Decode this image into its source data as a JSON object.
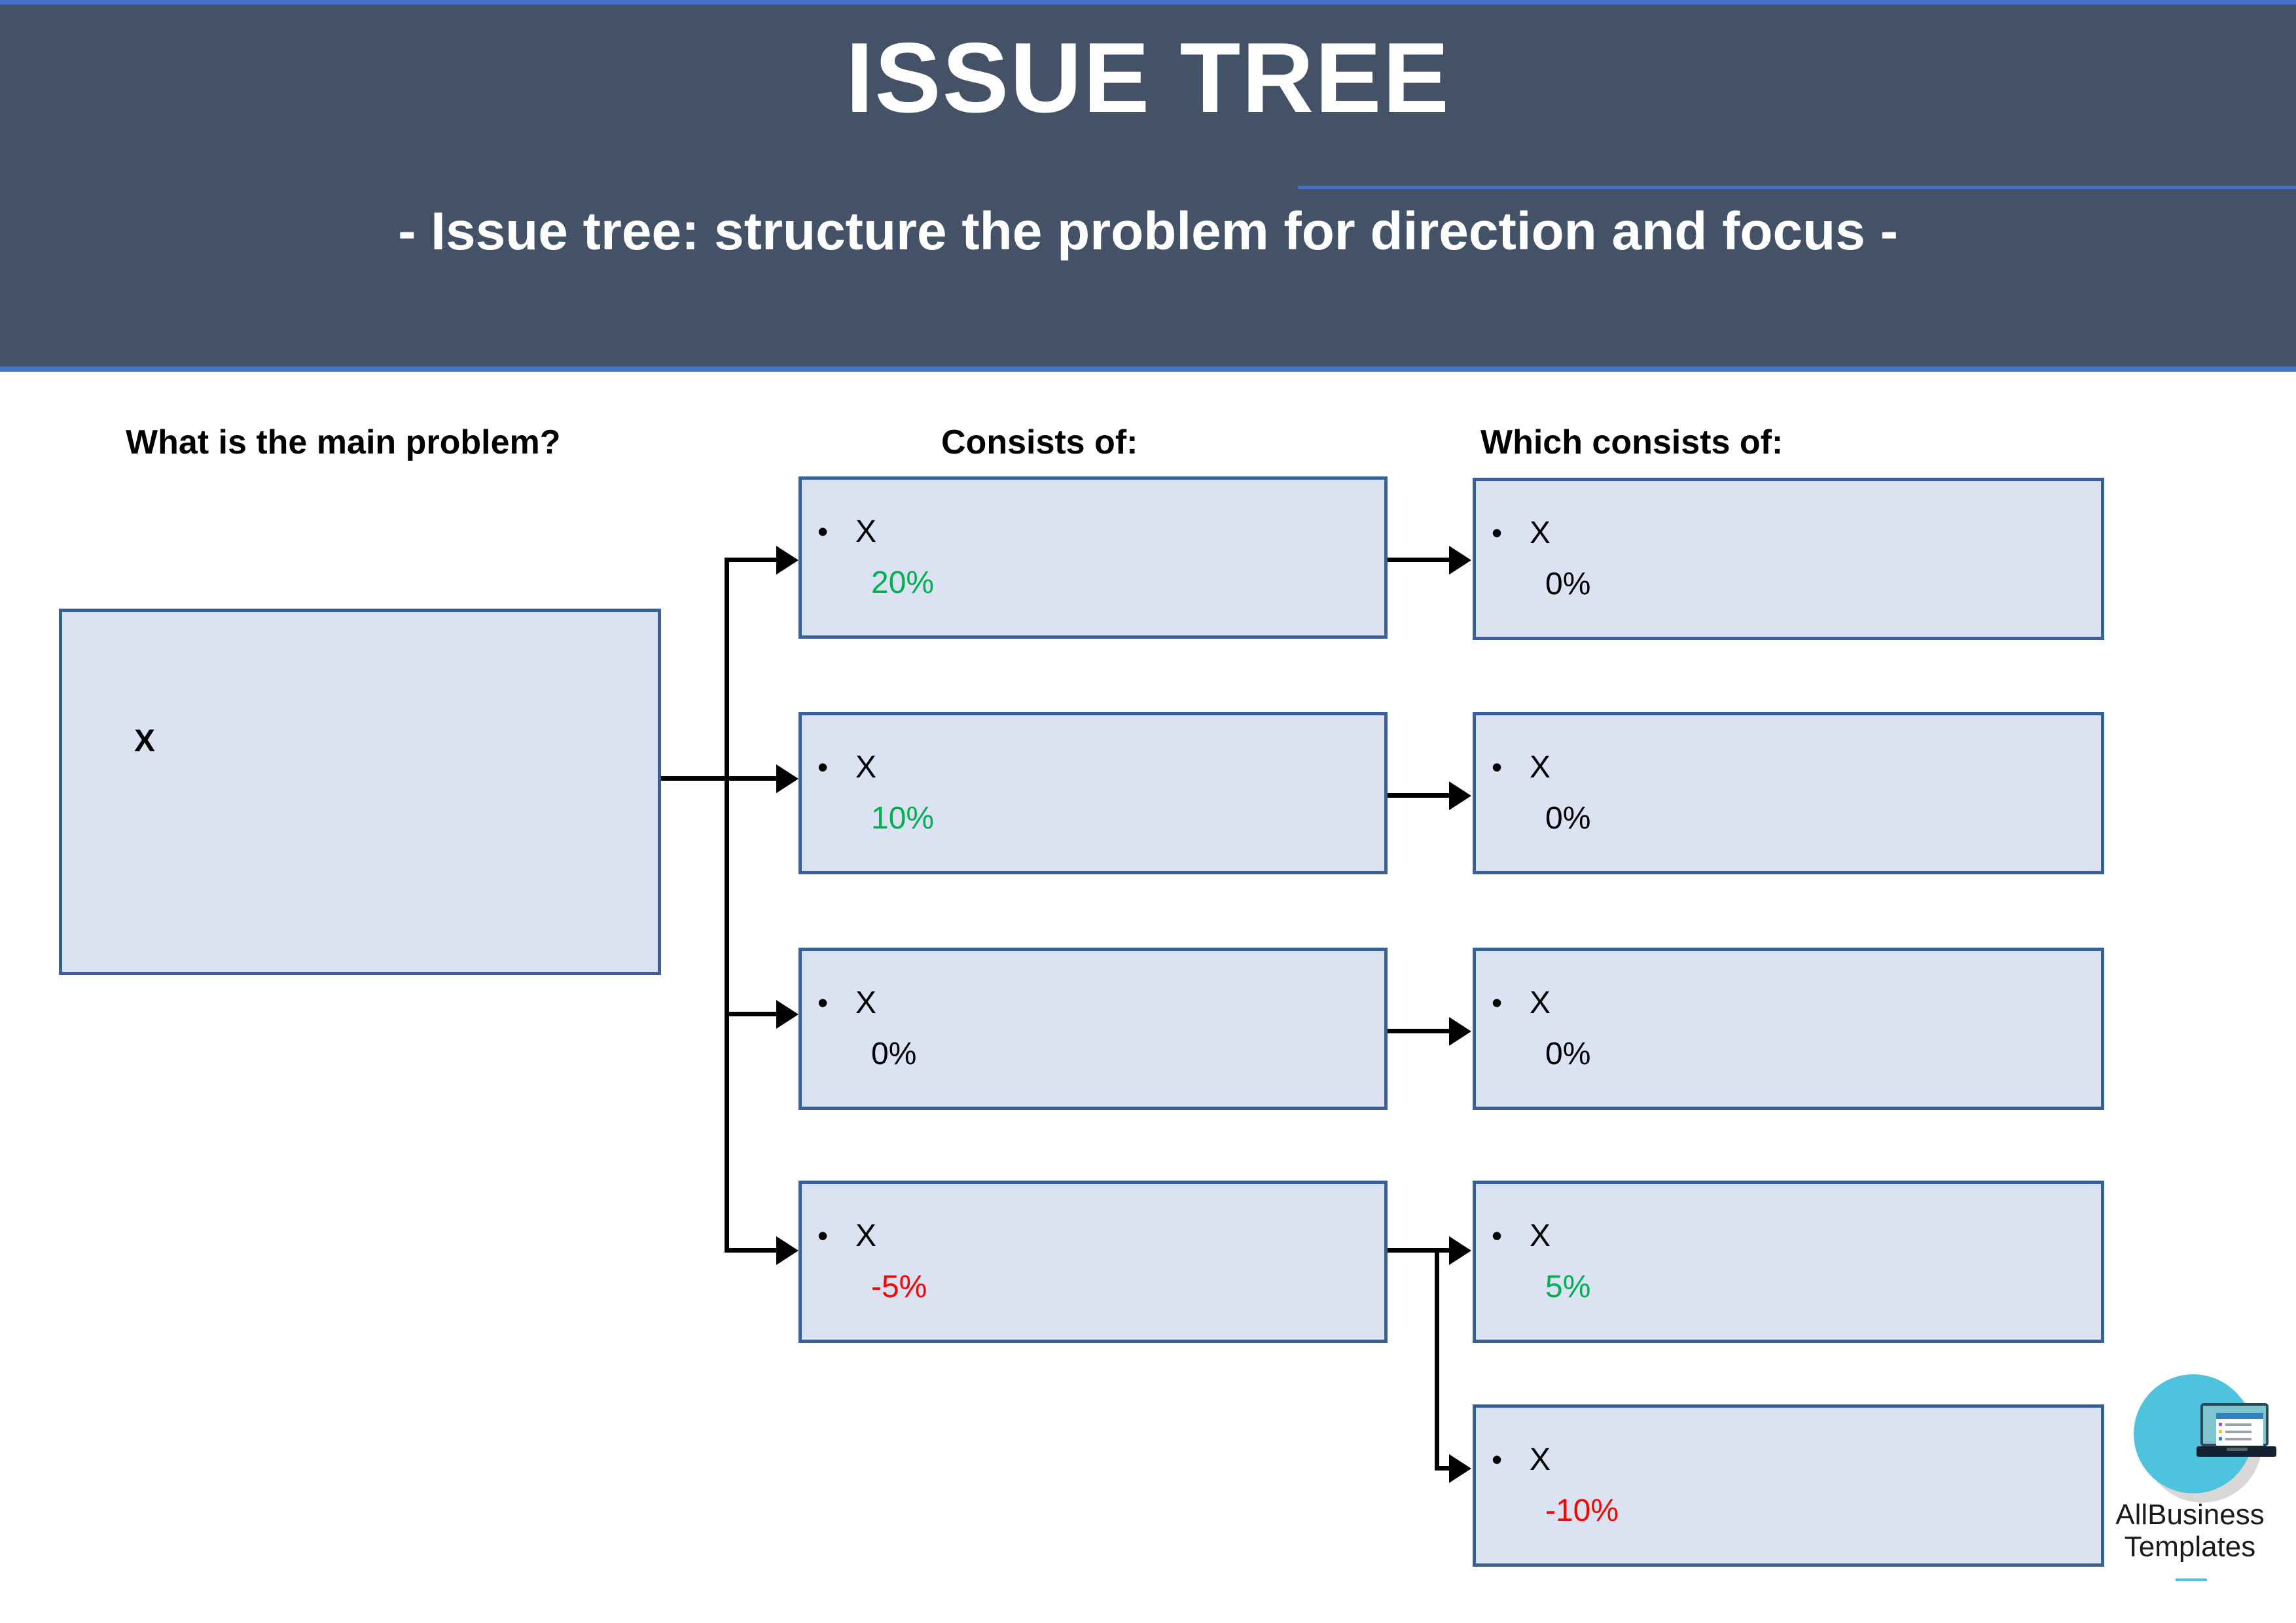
{
  "header": {
    "title": "ISSUE TREE",
    "subtitle": "- Issue tree: structure the problem for direction and focus -",
    "bg_color": "#435266",
    "accent_color": "#4472c4"
  },
  "columns": {
    "main_heading": "What is the main problem?",
    "level2_heading": "Consists of:",
    "level3_heading": "Which consists of:"
  },
  "colors": {
    "node_fill": "#dbe3f3",
    "node_border": "#3a5f99",
    "positive": "#00b050",
    "negative": "#ff0000",
    "neutral": "#000000"
  },
  "main_node": {
    "label": "X"
  },
  "level2_nodes": [
    {
      "bullet": "•",
      "label": "X",
      "value": "20%",
      "tone": "positive"
    },
    {
      "bullet": "•",
      "label": "X",
      "value": "10%",
      "tone": "positive"
    },
    {
      "bullet": "•",
      "label": "X",
      "value": "0%",
      "tone": "neutral"
    },
    {
      "bullet": "•",
      "label": "X",
      "value": "-5%",
      "tone": "negative"
    }
  ],
  "level3_nodes": [
    {
      "bullet": "•",
      "label": "X",
      "value": "0%",
      "tone": "neutral"
    },
    {
      "bullet": "•",
      "label": "X",
      "value": "0%",
      "tone": "neutral"
    },
    {
      "bullet": "•",
      "label": "X",
      "value": "0%",
      "tone": "neutral"
    },
    {
      "bullet": "•",
      "label": "X",
      "value": "5%",
      "tone": "positive"
    },
    {
      "bullet": "•",
      "label": "X",
      "value": "-10%",
      "tone": "negative"
    }
  ],
  "logo": {
    "line1": "AllBusiness",
    "line2": "Templates",
    "circle_color": "#4ec3dd"
  }
}
